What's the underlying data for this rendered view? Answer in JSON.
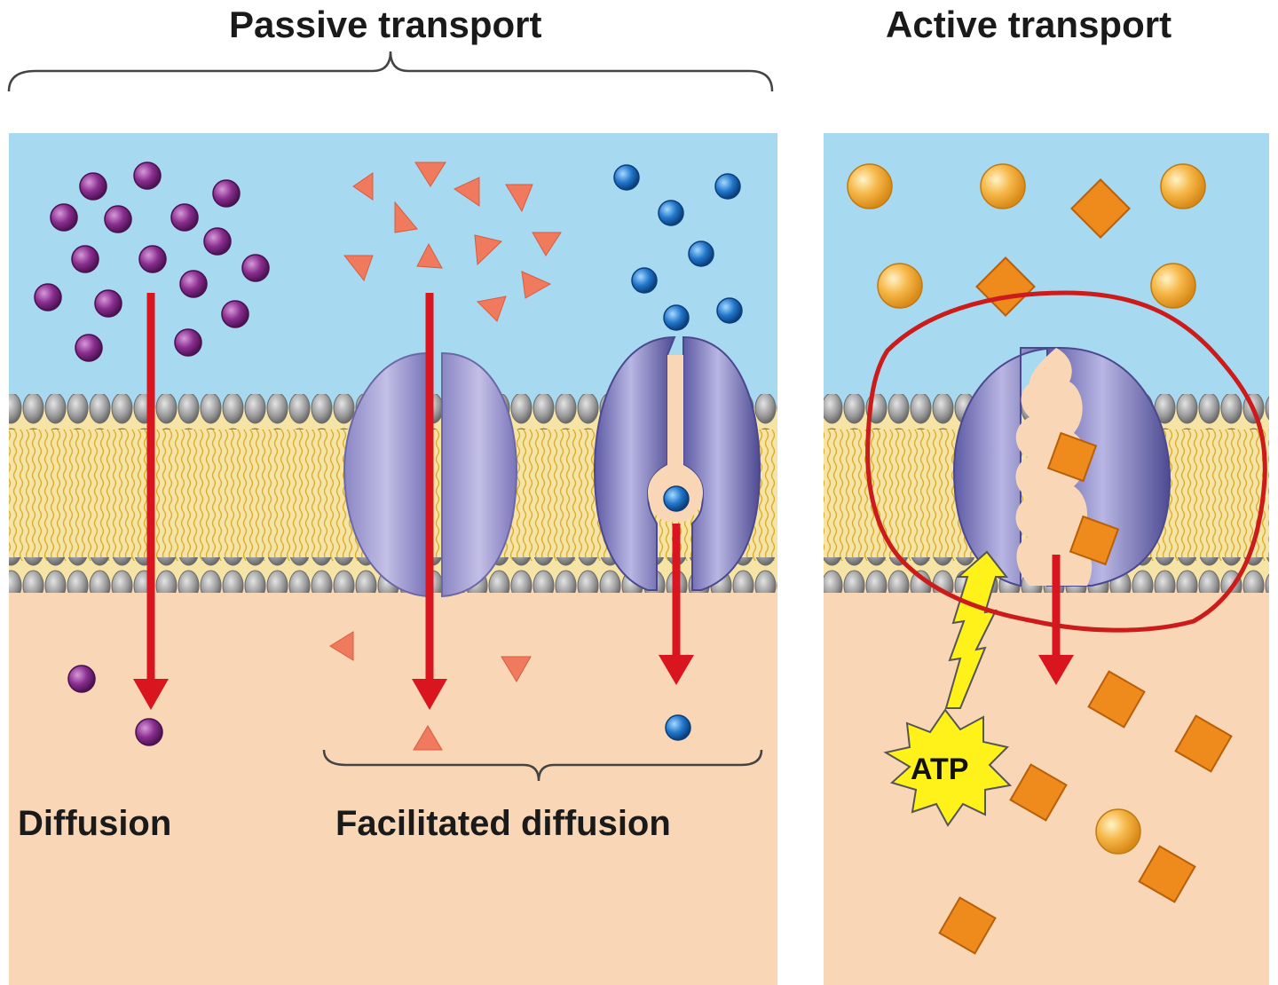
{
  "labels": {
    "passive_transport": "Passive transport",
    "active_transport": "Active transport",
    "diffusion": "Diffusion",
    "facilitated_diffusion": "Facilitated diffusion",
    "atp": "ATP"
  },
  "colors": {
    "extracellular": "#a7daf0",
    "intracellular": "#f9d7b6",
    "lipid_head": "#9b9b9b",
    "lipid_tail": "#e6c34d",
    "protein": "#9a94cc",
    "arrow": "#d9161f",
    "purple_molecule": "#7d2a85",
    "triangle_molecule": "#ef7a5e",
    "blue_molecule": "#2176c7",
    "orange_sphere": "#f3a93a",
    "orange_diamond": "#ef8a1d",
    "atp_burst": "#fff21a",
    "annotation_circle": "#cc1b1b"
  }
}
